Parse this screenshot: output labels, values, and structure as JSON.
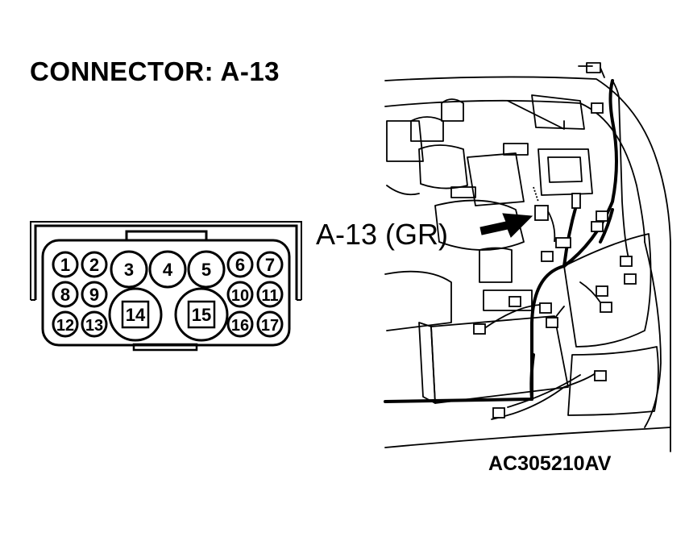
{
  "title": "CONNECTOR: A-13",
  "callout_label": "A-13 (GR)",
  "figure_code": "AC305210AV",
  "connector": {
    "pins": [
      {
        "n": "1",
        "shape": "small"
      },
      {
        "n": "2",
        "shape": "small"
      },
      {
        "n": "3",
        "shape": "medium"
      },
      {
        "n": "4",
        "shape": "medium"
      },
      {
        "n": "5",
        "shape": "medium"
      },
      {
        "n": "6",
        "shape": "small"
      },
      {
        "n": "7",
        "shape": "small"
      },
      {
        "n": "8",
        "shape": "small"
      },
      {
        "n": "9",
        "shape": "small"
      },
      {
        "n": "10",
        "shape": "small"
      },
      {
        "n": "11",
        "shape": "small"
      },
      {
        "n": "12",
        "shape": "small"
      },
      {
        "n": "13",
        "shape": "small"
      },
      {
        "n": "14",
        "shape": "large"
      },
      {
        "n": "15",
        "shape": "large"
      },
      {
        "n": "16",
        "shape": "small"
      },
      {
        "n": "17",
        "shape": "small"
      }
    ]
  }
}
